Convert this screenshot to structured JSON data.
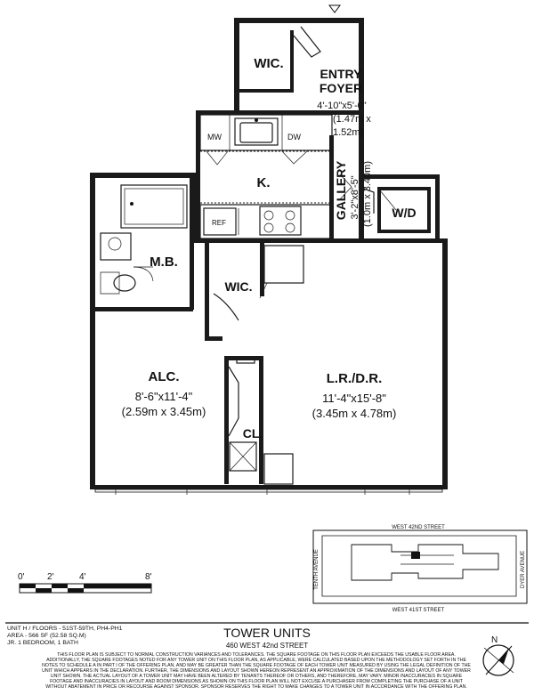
{
  "rooms": {
    "wic_top": "WIC.",
    "entry_line1": "ENTRY",
    "entry_line2": "FOYER",
    "entry_dim": "4'-10\"x5'-0\"",
    "entry_metric1": "(1.47m x",
    "entry_metric2": "1.52m)",
    "mw": "MW",
    "dw": "DW",
    "kitchen": "K.",
    "gallery": "GALLERY",
    "gallery_dim": "3'-2\"x8'-5\"",
    "gallery_metric": "(1.0m x 3.40m)",
    "wd": "W/D",
    "ref": "REF",
    "mb": "M.B.",
    "wic_mid": "WIC.",
    "alc": "ALC.",
    "alc_dim": "8'-6\"x11'-4\"",
    "alc_metric": "(2.59m x 3.45m)",
    "lrdr": "L.R./D.R.",
    "lrdr_dim": "11'-4\"x15'-8\"",
    "lrdr_metric": "(3.45m x 4.78m)",
    "cl": "CL."
  },
  "scale": {
    "labels": [
      "0'",
      "2'",
      "4'",
      "8'"
    ]
  },
  "keyplan": {
    "north_street": "WEST 42ND STREET",
    "south_street": "WEST 41ST STREET",
    "west_avenue": "TENTH AVENUE",
    "east_avenue": "DYER AVENUE"
  },
  "footer": {
    "unit_line": "UNIT H / FLOORS - 51ST-59TH, PH4-PH1",
    "area_line": "AREA - 566 SF (52.58 SQ.M)",
    "type_line": "JR. 1 BEDROOM, 1 BATH",
    "title": "TOWER UNITS",
    "address": "460 WEST 42nd STREET",
    "compass_letter": "N",
    "disclaimer": [
      "THIS FLOOR PLAN IS SUBJECT TO NORMAL CONSTRUCTION VARIANCES AND TOLERANCES. THE SQUARE FOOTAGE ON THIS FLOOR PLAN EXCEEDS THE USABLE FLOOR AREA.",
      "ADDITIONALLY, THE SQUARE FOOTAGES NOTED FOR ANY TOWER UNIT ON THIS FLOOR PLAN, AS APPLICABLE, WERE CALCULATED BASED UPON THE METHODOLOGY SET FORTH IN THE",
      "NOTES TO SCHEDULE A IN PART I OF THE OFFERING PLAN, AND MAY BE GREATER THAN THE SQUARE FOOTAGE OF EACH TOWER UNIT MEASURED BY USING THE LEGAL DEFINITION OF THE",
      "UNIT WHICH APPEARS IN THE DECLARATION. FURTHER, THE DIMENSIONS AND LAYOUT SHOWN HEREON REPRESENT AN APPROXIMATION OF THE DIMENSIONS AND LAYOUT OF ANY TOWER",
      "UNIT SHOWN. THE ACTUAL LAYOUT OF A TOWER UNIT MAY HAVE BEEN ALTERED BY TENANTS THEREOF OR OTHERS, AND THEREFORE, MAY VARY. MINOR INACCURACIES IN SQUARE",
      "FOOTAGE AND INACCURACIES IN LAYOUT AND ROOM DIMENSIONS AS SHOWN ON THIS FLOOR PLAN WILL NOT EXCUSE A PURCHASER FROM COMPLETING THE PURCHASE OF A UNIT",
      "WITHOUT ABATEMENT IN PRICE OR RECOURSE AGAINST SPONSOR. SPONSOR RESERVES THE RIGHT TO MAKE CHANGES TO A TOWER UNIT IN ACCORDANCE WITH THE OFFERING PLAN."
    ]
  }
}
